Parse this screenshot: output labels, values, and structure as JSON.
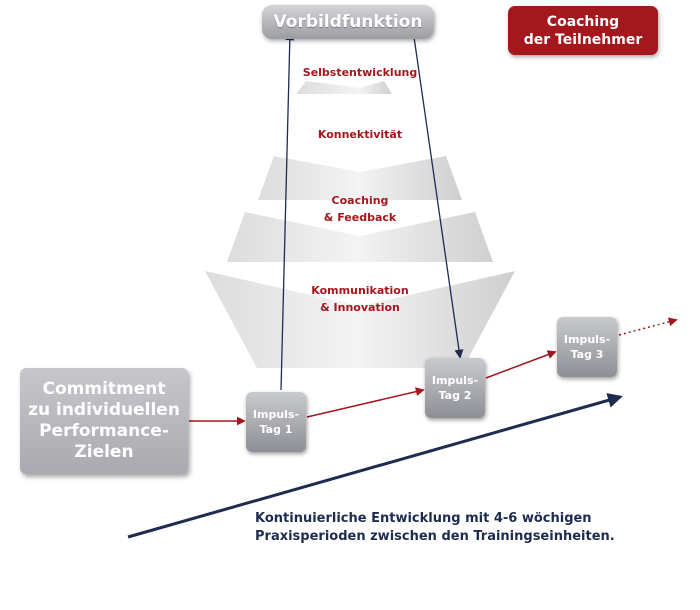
{
  "top_pill": "Vorbildfunktion",
  "coaching_box": {
    "line1": "Coaching",
    "line2": "der Teilnehmer"
  },
  "pyramid_levels": [
    {
      "line1": "Selbstentwicklung",
      "line2": ""
    },
    {
      "line1": "Konnektivität",
      "line2": ""
    },
    {
      "line1": "Coaching",
      "line2": "& Feedback"
    },
    {
      "line1": "Kommunikation",
      "line2": "& Innovation"
    }
  ],
  "commitment_box": {
    "line1": "Commitment",
    "line2": "zu individuellen",
    "line3": "Performance-",
    "line4": "Zielen"
  },
  "impuls_boxes": [
    {
      "line1": "Impuls-",
      "line2": "Tag 1"
    },
    {
      "line1": "Impuls-",
      "line2": "Tag 2"
    },
    {
      "line1": "Impuls-",
      "line2": "Tag 3"
    }
  ],
  "caption": {
    "line1": "Kontinuierliche Entwicklung mit 4-6 wöchigen",
    "line2": "Praxisperioden zwischen den Trainingseinheiten."
  },
  "colors": {
    "accent_red": "#a3171d",
    "navy": "#1d2c4f",
    "box_gray": "#a9aaaf"
  }
}
